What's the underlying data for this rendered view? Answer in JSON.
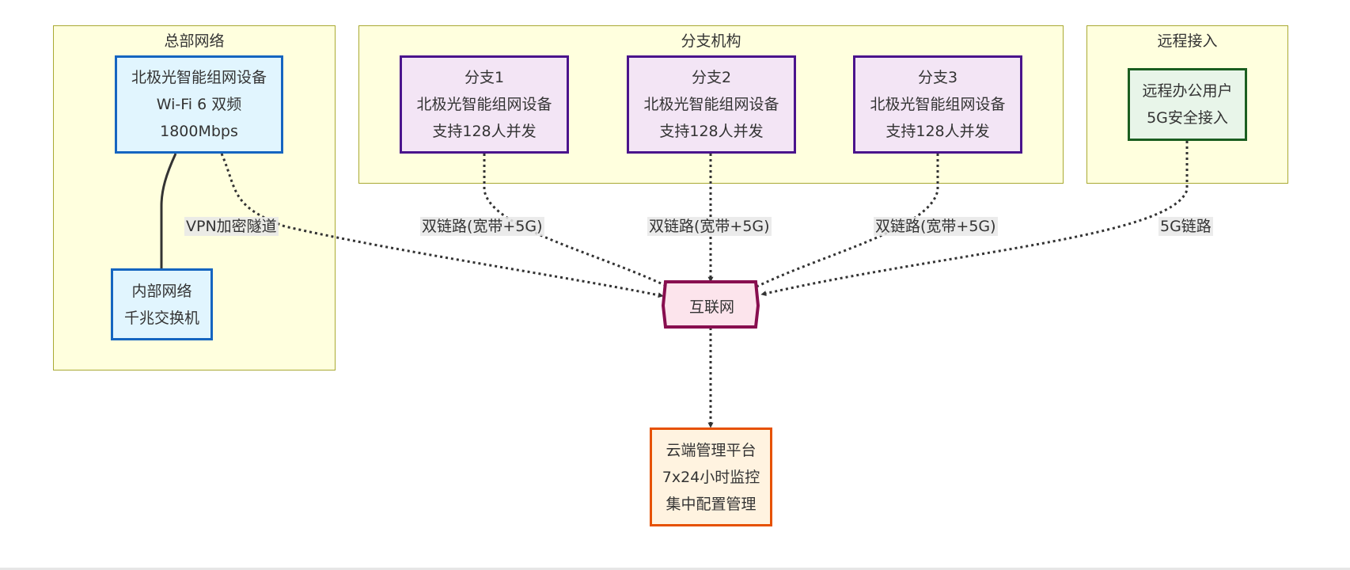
{
  "clusters": {
    "hq": {
      "title": "总部网络"
    },
    "branches": {
      "title": "分支机构"
    },
    "remote": {
      "title": "远程接入"
    }
  },
  "nodes": {
    "hq_device": {
      "lines": [
        "北极光智能组网设备",
        "Wi-Fi 6 双频",
        "1800Mbps"
      ]
    },
    "internal_network": {
      "lines": [
        "内部网络",
        "千兆交换机"
      ]
    },
    "branch1": {
      "lines": [
        "分支1",
        "北极光智能组网设备",
        "支持128人并发"
      ]
    },
    "branch2": {
      "lines": [
        "分支2",
        "北极光智能组网设备",
        "支持128人并发"
      ]
    },
    "branch3": {
      "lines": [
        "分支3",
        "北极光智能组网设备",
        "支持128人并发"
      ]
    },
    "remote_user": {
      "lines": [
        "远程办公用户",
        "5G安全接入"
      ]
    },
    "internet": {
      "label": "互联网"
    },
    "cloud": {
      "lines": [
        "云端管理平台",
        "7x24小时监控",
        "集中配置管理"
      ]
    }
  },
  "edges": {
    "vpn": "VPN加密隧道",
    "branch1": "双链路(宽带+5G)",
    "branch2": "双链路(宽带+5G)",
    "branch3": "双链路(宽带+5G)",
    "remote": "5G链路"
  },
  "colors": {
    "cluster_fill": "#ffffde",
    "cluster_border": "#aaaa33",
    "hq_fill": "#e1f5fe",
    "hq_border": "#1565c0",
    "branch_fill": "#f3e5f5",
    "branch_border": "#4a148c",
    "remote_fill": "#e8f5e9",
    "remote_border": "#1b5e20",
    "internet_fill": "#fce4ec",
    "internet_border": "#880e4f",
    "cloud_fill": "#fff3e0",
    "cloud_border": "#e65100",
    "edge": "#333333"
  }
}
